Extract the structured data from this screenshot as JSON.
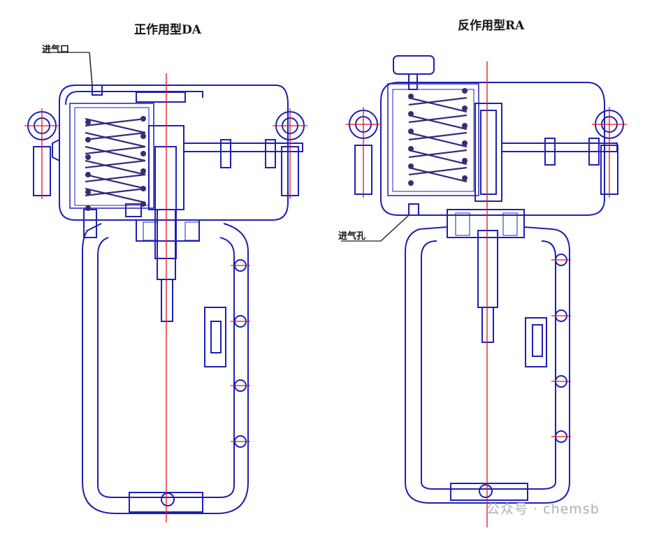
{
  "diagram": {
    "left_title": "正作用型DA",
    "right_title": "反作用型RA",
    "left_port_label": "进气口",
    "right_port_label": "进气孔",
    "watermark": "公众号 · chemsb"
  },
  "colors": {
    "outline": "#1f1fb4",
    "centerline": "#e0141e",
    "spring": "#3a2a7a",
    "watermark": "#aab0b8"
  }
}
